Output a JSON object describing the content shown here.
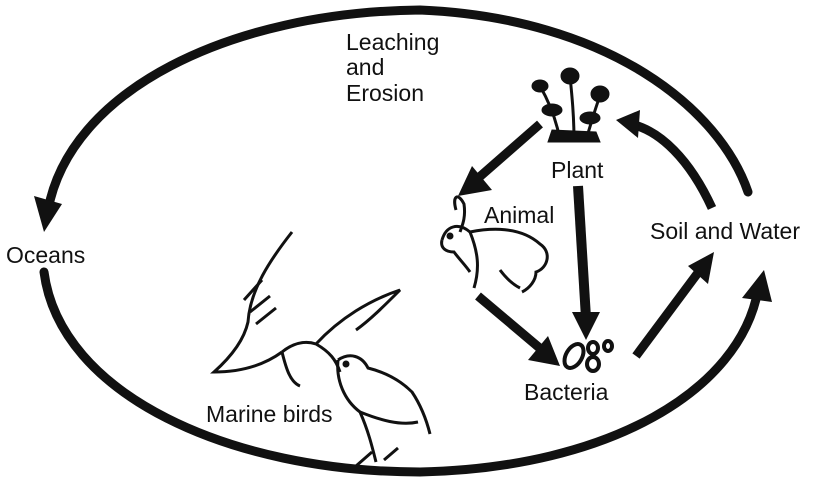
{
  "diagram": {
    "labels": {
      "leaching": [
        "Leaching",
        "and",
        "Erosion"
      ],
      "oceans": "Oceans",
      "plant": "Plant",
      "animal": "Animal",
      "soil_water": "Soil and Water",
      "bacteria": "Bacteria",
      "marine_birds": "Marine birds"
    },
    "icons": [
      "plant-icon",
      "rabbit-icon",
      "bacteria-icon",
      "marine-bird-icon",
      "marine-bird-icon"
    ],
    "colors": {
      "ink": "#111111",
      "background": "#ffffff"
    }
  }
}
